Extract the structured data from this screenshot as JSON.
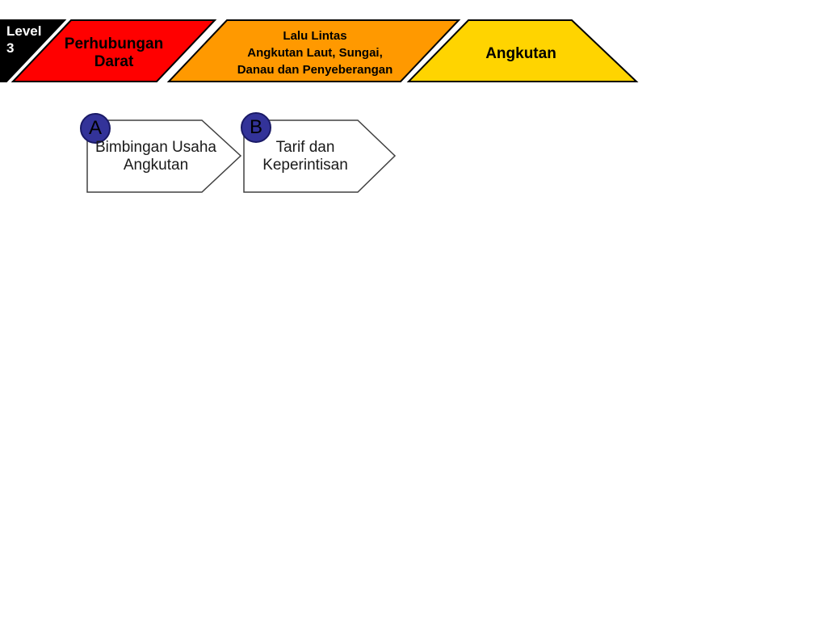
{
  "breadcrumb": {
    "level_badge": {
      "line1": "Level",
      "line2": "3",
      "bg_color": "#000000",
      "text_color": "#FFFFFF"
    },
    "tabs": [
      {
        "id": "perhubungan-darat",
        "lines": [
          "Perhubungan",
          "Darat"
        ],
        "bg_color": "#FF0000"
      },
      {
        "id": "lalu-lintas",
        "lines": [
          "Lalu Lintas",
          "Angkutan Laut, Sungai,",
          "Danau dan Penyeberangan"
        ],
        "bg_color": "#FF9900"
      },
      {
        "id": "angkutan",
        "lines": [
          "Angkutan"
        ],
        "bg_color": "#FFD400"
      }
    ]
  },
  "process_items": [
    {
      "badge": "A",
      "lines": [
        "Bimbingan Usaha",
        "Angkutan"
      ],
      "badge_color": "#333399",
      "fill": "#FFFFFF",
      "stroke": "#404040"
    },
    {
      "badge": "B",
      "lines": [
        "Tarif dan",
        "Keperintisan"
      ],
      "badge_color": "#333399",
      "fill": "#FFFFFF",
      "stroke": "#404040"
    }
  ]
}
